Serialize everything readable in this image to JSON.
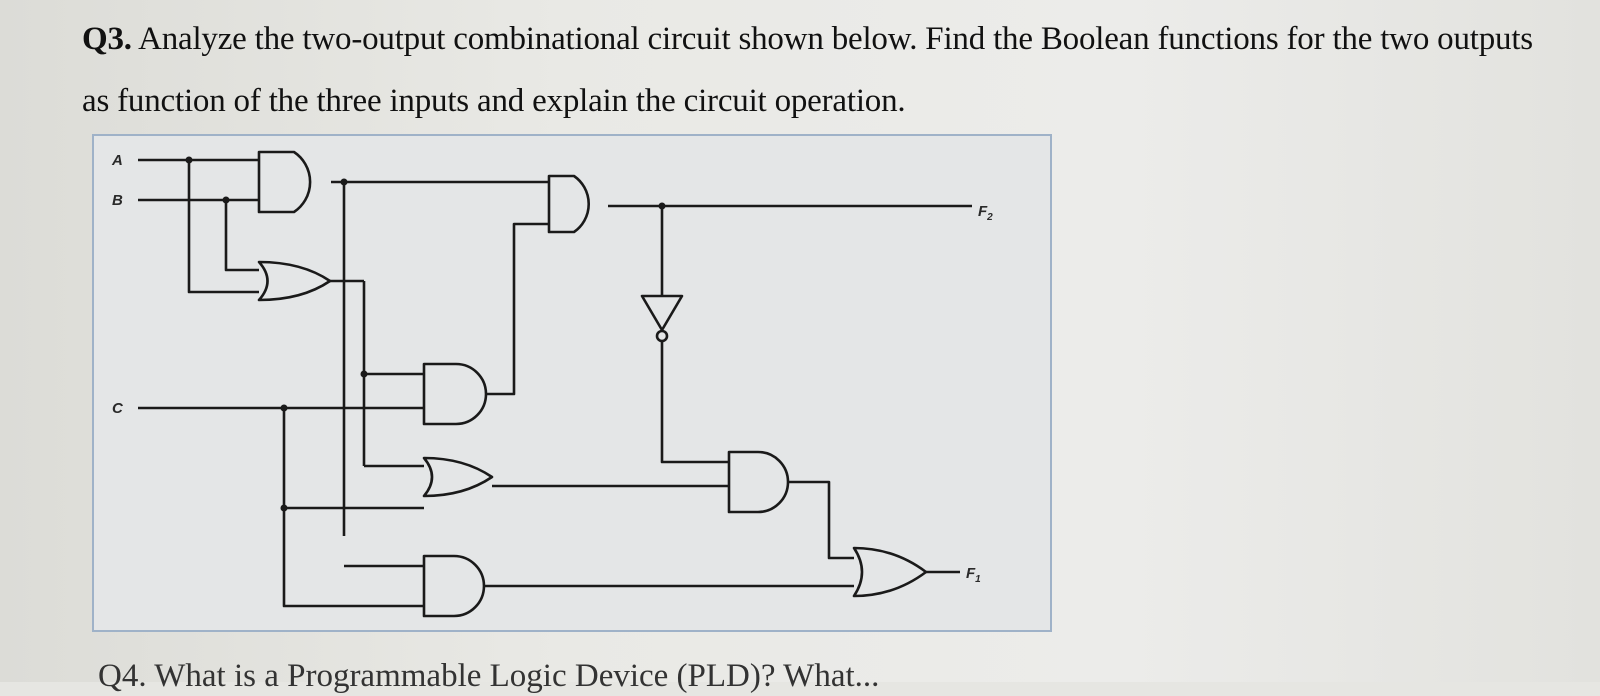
{
  "question": {
    "number": "Q3.",
    "text": "Analyze the two-output combinational circuit shown below. Find the Boolean functions for the two outputs as function of the three inputs and explain the circuit operation."
  },
  "circuit": {
    "inputs": [
      "A",
      "B",
      "C"
    ],
    "outputs": [
      "F2",
      "F1"
    ],
    "output_labels": {
      "f2": "F",
      "f2_sub": "2",
      "f1": "F",
      "f1_sub": "1"
    }
  },
  "next_question": {
    "text": "Q4. What is a Programmable Logic Device (PLD)? What..."
  }
}
